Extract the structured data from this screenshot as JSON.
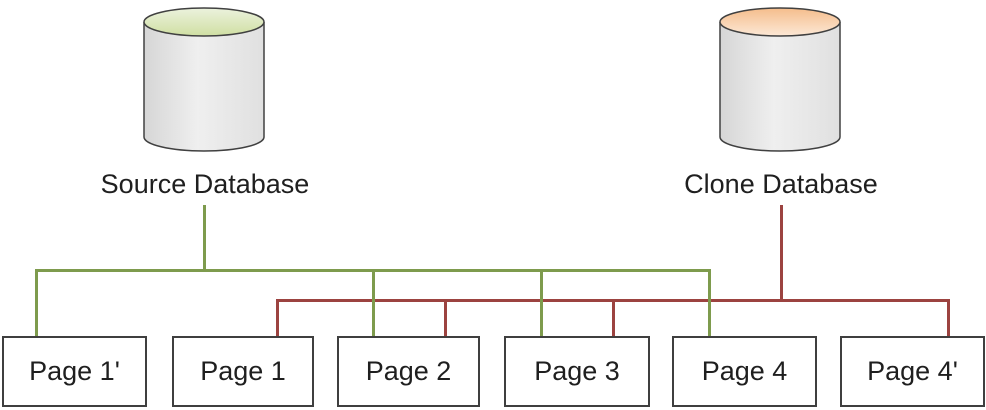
{
  "diagram": {
    "title_implicit": "Database clone page mapping",
    "source": {
      "label": "Source Database",
      "icon": "database-cylinder-icon",
      "top_color_start": "#ecf2dd",
      "top_color_end": "#cfdfa3",
      "line_color": "#7e9b4d"
    },
    "clone": {
      "label": "Clone Database",
      "icon": "database-cylinder-icon",
      "top_color_start": "#f5bd8c",
      "top_color_end": "#fce8d6",
      "line_color": "#9c4340"
    },
    "pages": [
      {
        "label": "Page 1'",
        "connected_to": [
          "source"
        ]
      },
      {
        "label": "Page 1",
        "connected_to": [
          "clone"
        ]
      },
      {
        "label": "Page 2",
        "connected_to": [
          "source",
          "clone"
        ]
      },
      {
        "label": "Page 3",
        "connected_to": [
          "source",
          "clone"
        ]
      },
      {
        "label": "Page 4",
        "connected_to": [
          "source"
        ]
      },
      {
        "label": "Page 4'",
        "connected_to": [
          "clone"
        ]
      }
    ],
    "colors": {
      "box_border": "#3f3f3f",
      "cylinder_body": "#e4e4e4",
      "cylinder_outline": "#404040",
      "text": "#1f1f1f"
    }
  }
}
